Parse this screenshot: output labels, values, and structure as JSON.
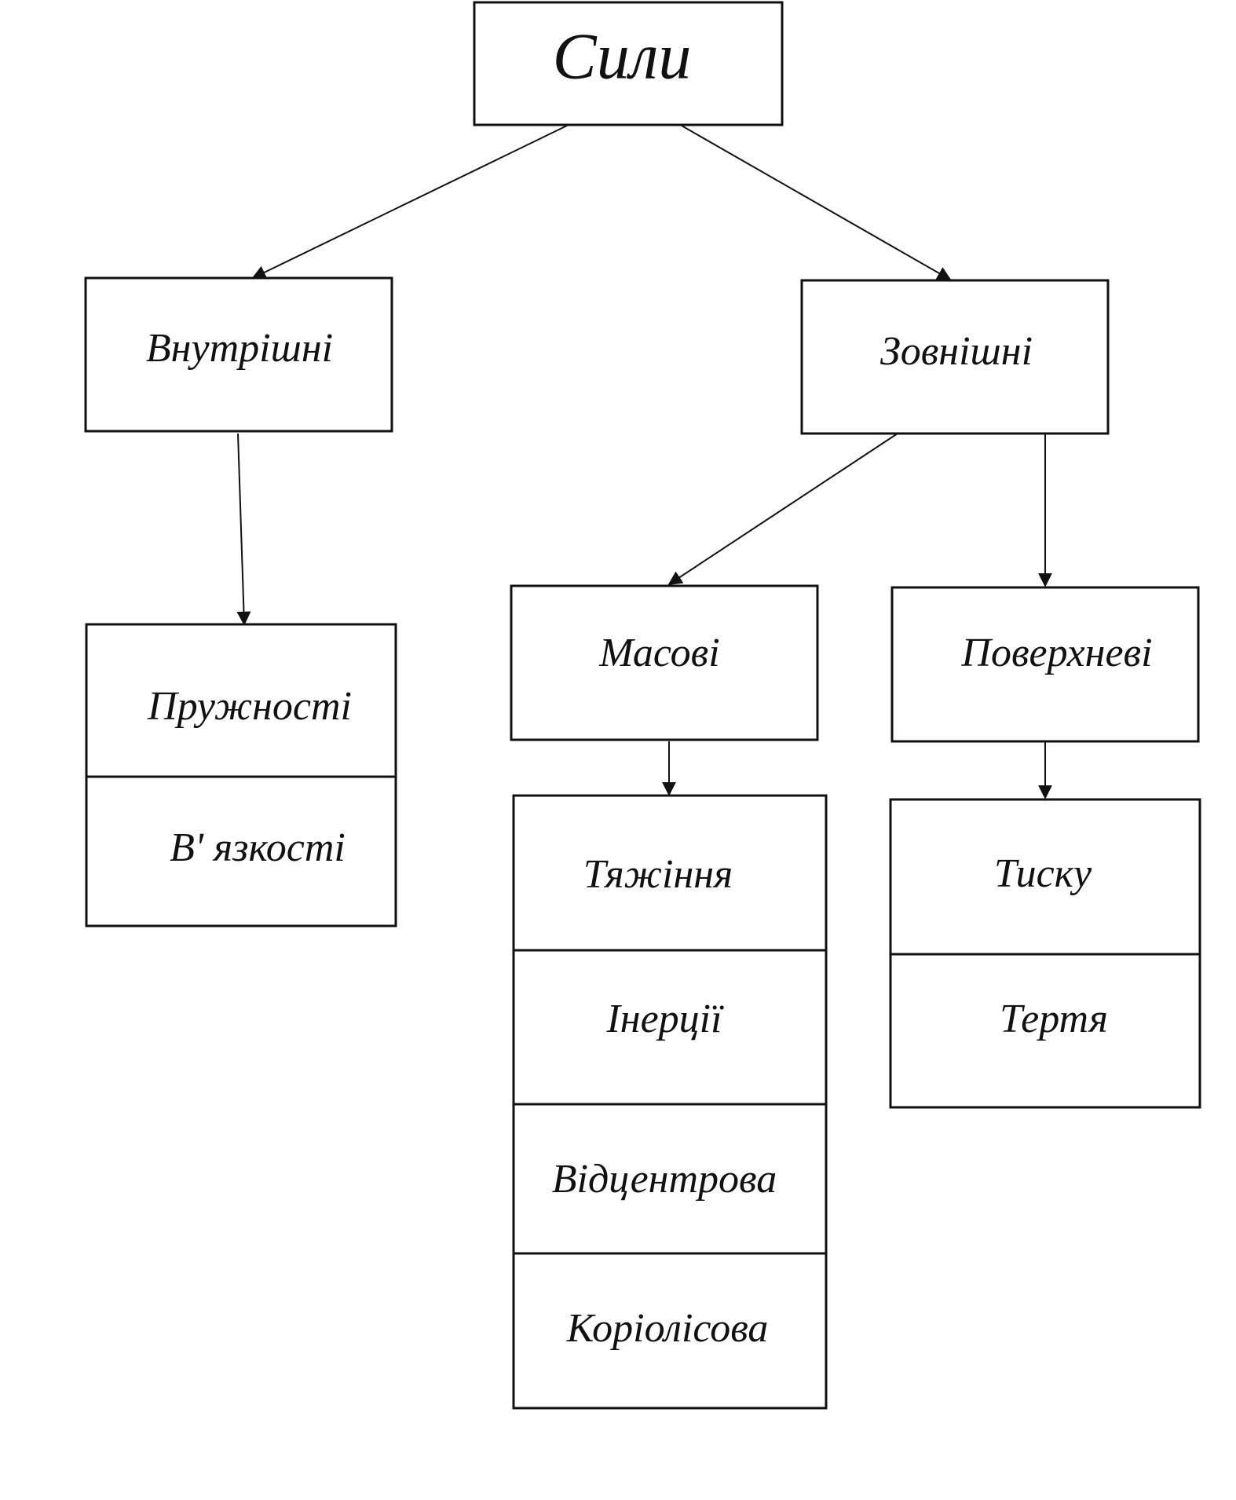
{
  "root": {
    "label": "Сили"
  },
  "internal": {
    "label": "Внутрішні",
    "items": [
      "Пружності",
      "В' язкості"
    ]
  },
  "external": {
    "label": "Зовнішні",
    "mass": {
      "label": "Масові",
      "items": [
        "Тяжіння",
        "Інерції",
        "Відцентрова",
        "Коріолісова"
      ]
    },
    "surface": {
      "label": "Поверхневі",
      "items": [
        "Тиску",
        "Тертя"
      ]
    }
  },
  "colors": {
    "line": "#111111",
    "background": "#ffffff"
  }
}
